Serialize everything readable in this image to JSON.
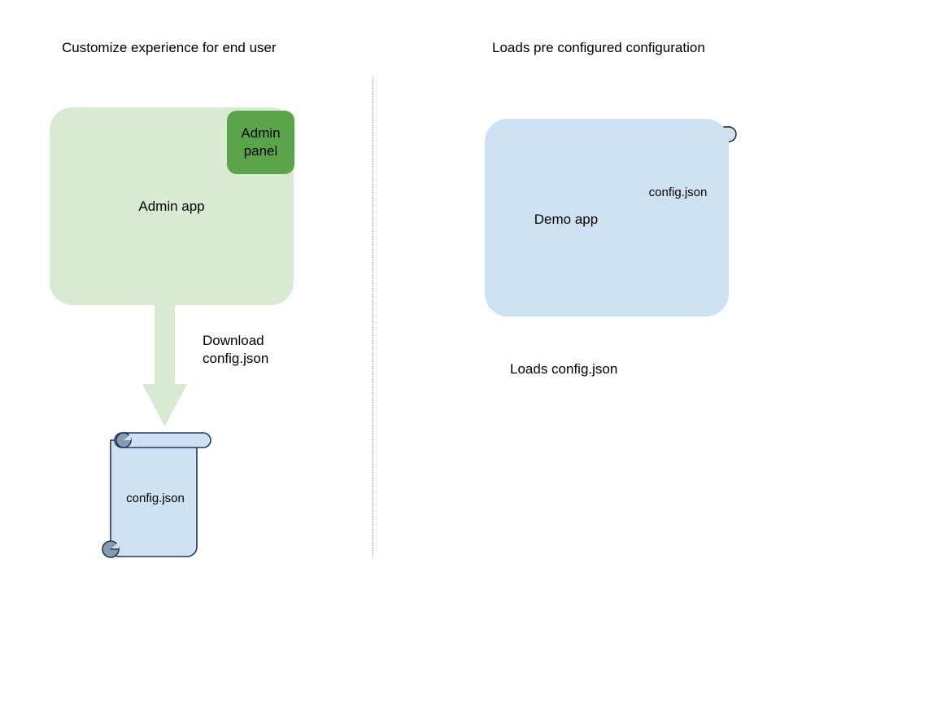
{
  "titles": {
    "left": "Customize experience for end user",
    "right": "Loads pre configured configuration"
  },
  "left_flow": {
    "app_box": {
      "label": "Admin app",
      "fill": "#d9ead3"
    },
    "badge": {
      "label": "Admin\npanel",
      "fill": "#5aa54a"
    },
    "arrow": {
      "label": "Download\nconfig.json",
      "fill": "#d9ead3",
      "direction": "down"
    },
    "scroll": {
      "label": "config.json",
      "fill": "#cfe2f3",
      "stroke": "#1f3864",
      "roll_fill": "#8a9bb0"
    }
  },
  "right_flow": {
    "app_box": {
      "label": "Demo app",
      "fill": "#cfe2f3"
    },
    "scroll": {
      "label": "config.json",
      "fill": "#cfe2f3",
      "stroke": "#1a1a1a",
      "roll_fill": "#8a9bb0"
    },
    "note": "Loads config.json"
  },
  "divider": {
    "style": "dotted",
    "color": "#9a9a9a"
  }
}
